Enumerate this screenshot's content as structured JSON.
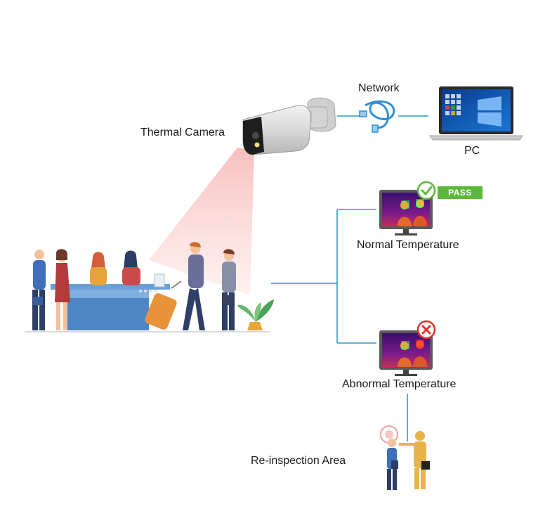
{
  "labels": {
    "thermal_camera": "Thermal Camera",
    "network": "Network",
    "pc": "PC",
    "normal_temperature": "Normal Temperature",
    "abnormal_temperature": "Abnormal Temperature",
    "reinspection_area": "Re-inspection Area"
  },
  "badge": {
    "pass": "PASS"
  },
  "icons": {
    "camera": "thermal-camera-icon",
    "cable": "ethernet-cable-icon",
    "pc": "laptop-icon",
    "ok": "check-icon",
    "fail": "cross-icon"
  },
  "colors": {
    "line": "#2a9fc7",
    "pass": "#5cb83a",
    "fail": "#e0322b",
    "beam": "#f7c9c7",
    "cable": "#2f8fd8",
    "desk": "#4f86c6"
  }
}
